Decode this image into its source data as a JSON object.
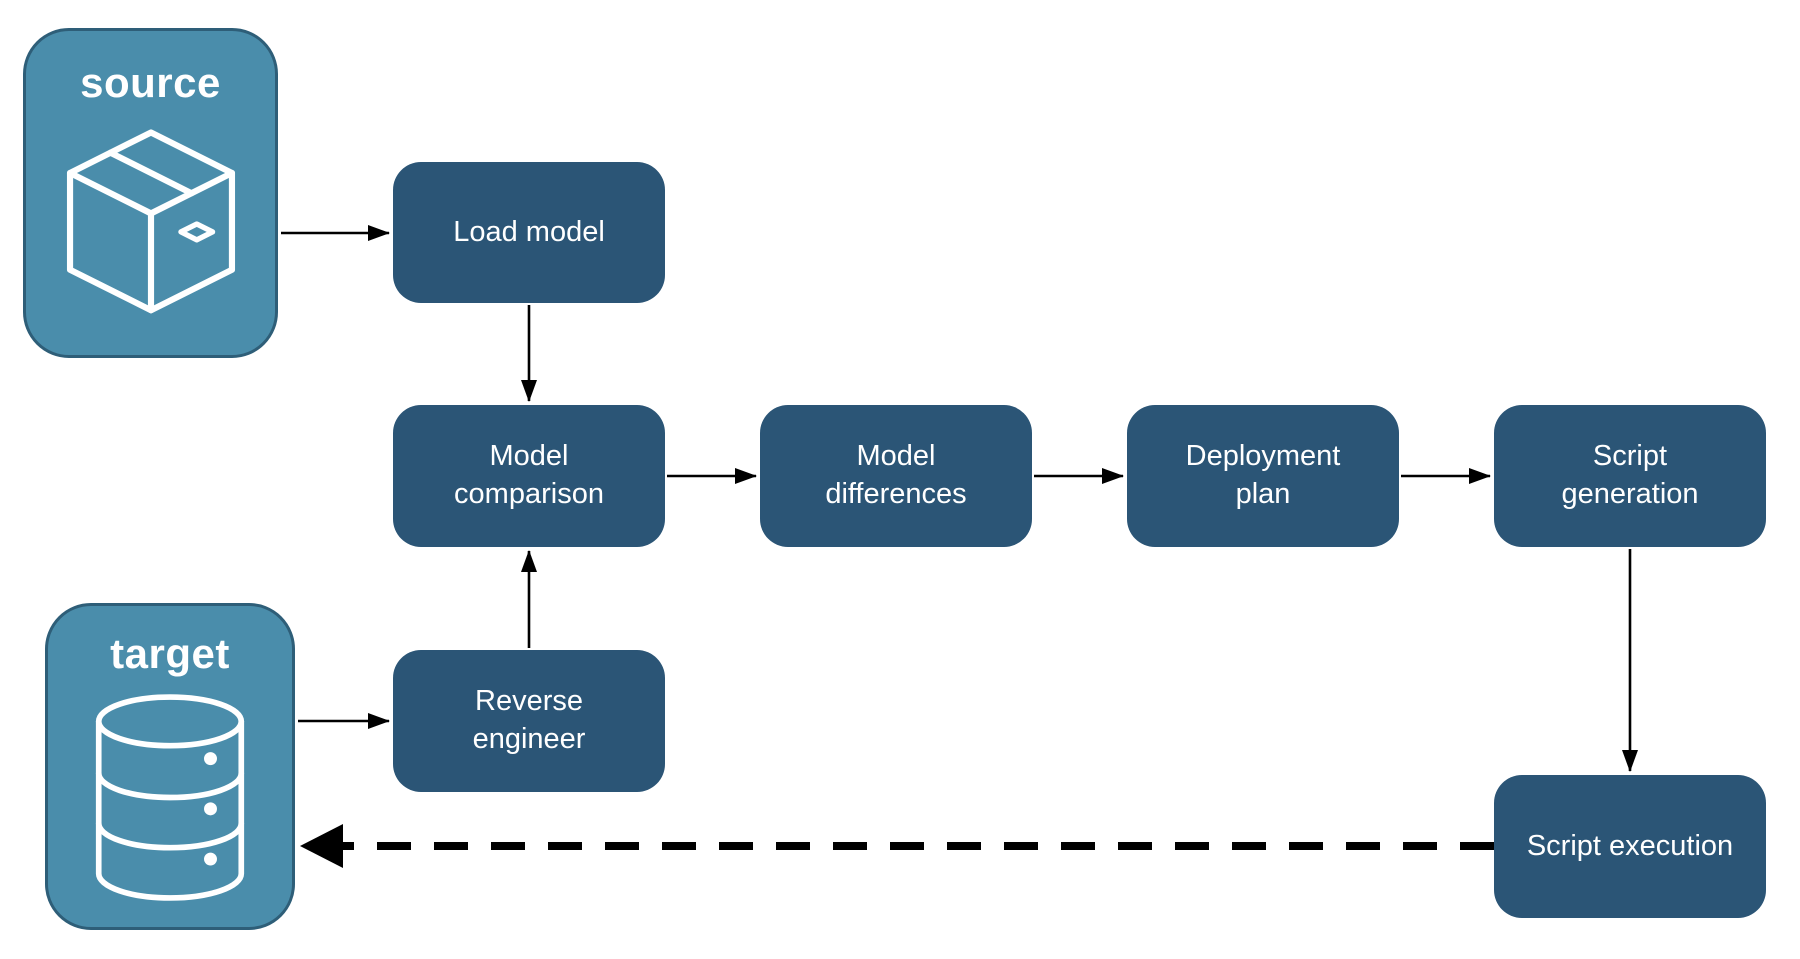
{
  "colors": {
    "step_fill": "#2B5576",
    "entity_fill": "#4A8DAB",
    "entity_border": "#2E5E78",
    "text": "#FFFFFF",
    "arrow": "#000000",
    "background": "#FFFFFF"
  },
  "entities": [
    {
      "id": "source",
      "label": "source",
      "icon": "package-icon"
    },
    {
      "id": "target",
      "label": "target",
      "icon": "database-icon"
    }
  ],
  "steps": [
    {
      "id": "load-model",
      "label": "Load model"
    },
    {
      "id": "model-comparison",
      "label": "Model comparison"
    },
    {
      "id": "model-differences",
      "label": "Model differences"
    },
    {
      "id": "deployment-plan",
      "label": "Deployment plan"
    },
    {
      "id": "script-generation",
      "label": "Script generation"
    },
    {
      "id": "reverse-engineer",
      "label": "Reverse engineer"
    },
    {
      "id": "script-execution",
      "label": "Script execution"
    }
  ],
  "connections": [
    {
      "from": "source",
      "to": "load-model",
      "style": "solid"
    },
    {
      "from": "load-model",
      "to": "model-comparison",
      "style": "solid"
    },
    {
      "from": "model-comparison",
      "to": "model-differences",
      "style": "solid"
    },
    {
      "from": "model-differences",
      "to": "deployment-plan",
      "style": "solid"
    },
    {
      "from": "deployment-plan",
      "to": "script-generation",
      "style": "solid"
    },
    {
      "from": "script-generation",
      "to": "script-execution",
      "style": "solid"
    },
    {
      "from": "target",
      "to": "reverse-engineer",
      "style": "solid"
    },
    {
      "from": "reverse-engineer",
      "to": "model-comparison",
      "style": "solid"
    },
    {
      "from": "script-execution",
      "to": "target",
      "style": "dashed"
    }
  ]
}
